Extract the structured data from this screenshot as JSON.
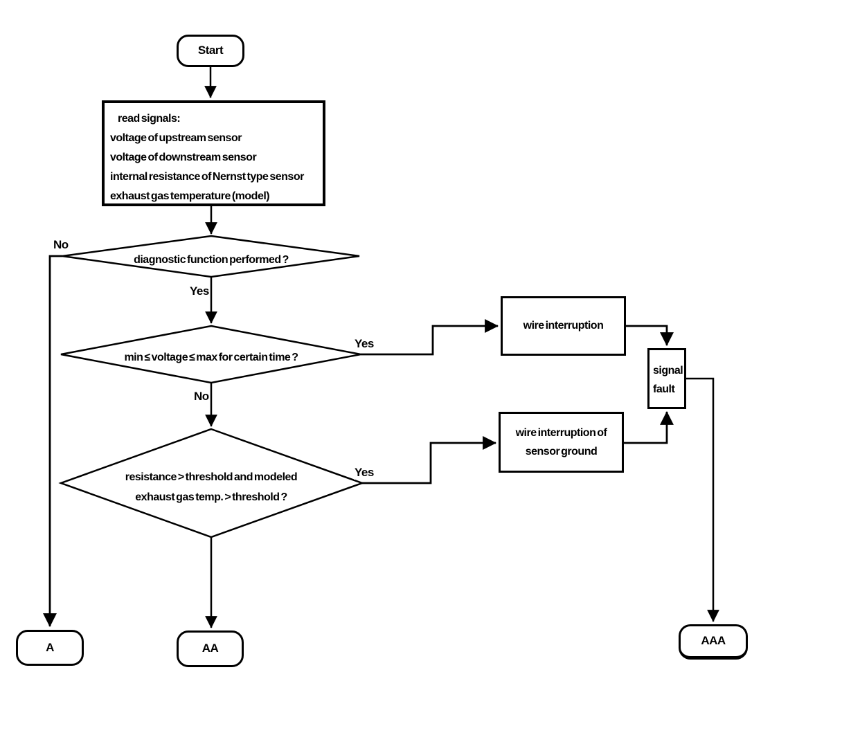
{
  "nodes": {
    "start": {
      "label": "Start"
    },
    "read_signals": {
      "lines": [
        "read signals:",
        "voltage of upstream sensor",
        "voltage of downstream sensor",
        "internal resistance of Nernst type sensor",
        "exhaust gas temperature (model)"
      ]
    },
    "decision_diagnostic": {
      "label": "diagnostic function performed ?"
    },
    "decision_voltage": {
      "label": "min ≤ voltage ≤ max for certain time ?"
    },
    "decision_resistance": {
      "line1": "resistance > threshold and modeled",
      "line2": "exhaust gas temp. > threshold ?"
    },
    "wire_interruption": {
      "label": "wire interruption"
    },
    "wire_interruption_ground": {
      "line1": "wire interruption of",
      "line2": "sensor ground"
    },
    "signal_fault": {
      "line1": "signal",
      "line2": "fault"
    },
    "terminal_a": {
      "label": "A"
    },
    "terminal_aa": {
      "label": "AA"
    },
    "terminal_aaa": {
      "label": "AAA"
    }
  },
  "edge_labels": {
    "d1_no": "No",
    "d1_yes": "Yes",
    "d2_yes": "Yes",
    "d2_no": "No",
    "d3_yes": "Yes"
  },
  "colors": {
    "line": "#000000",
    "background": "#ffffff"
  }
}
